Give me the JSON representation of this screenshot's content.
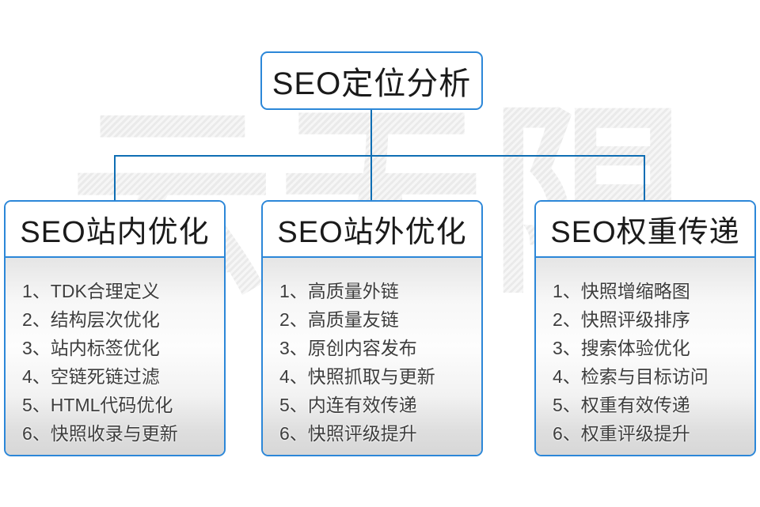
{
  "diagram": {
    "root": {
      "title": "SEO定位分析"
    },
    "columns": [
      {
        "title": "SEO站内优化",
        "items": [
          "1、TDK合理定义",
          "2、结构层次优化",
          "3、站内标签优化",
          "4、空链死链过滤",
          "5、HTML代码优化",
          "6、快照收录与更新"
        ]
      },
      {
        "title": "SEO站外优化",
        "items": [
          "1、高质量外链",
          "2、高质量友链",
          "3、原创内容发布",
          "4、快照抓取与更新",
          "5、内连有效传递",
          "6、快照评级提升"
        ]
      },
      {
        "title": "SEO权重传递",
        "items": [
          "1、快照增缩略图",
          "2、快照评级排序",
          "3、搜索体验优化",
          "4、检索与目标访问",
          "5、权重有效传递",
          "6、权重评级提升"
        ]
      }
    ],
    "watermark": "云无限",
    "colors": {
      "box_border": "#2c87d8",
      "connector": "#0f6eb4",
      "title_text": "#1a1a1a",
      "item_text": "#3d3d3d",
      "watermark_gray": "#ededed"
    }
  }
}
